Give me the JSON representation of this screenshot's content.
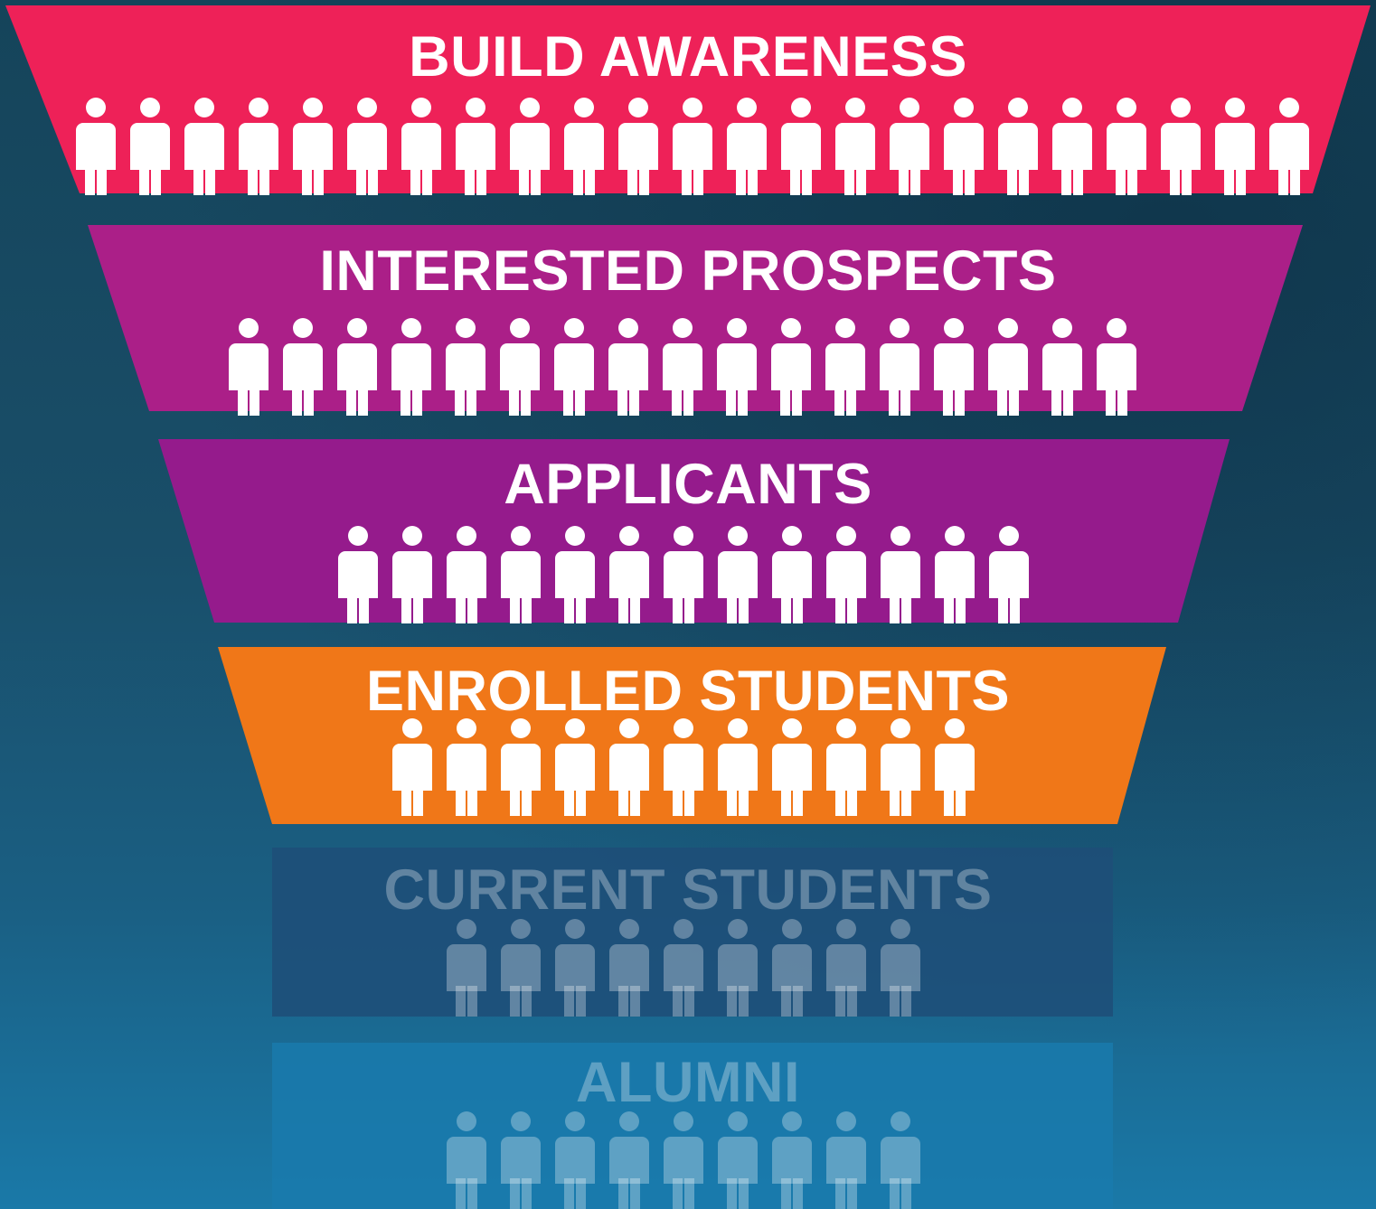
{
  "colors": {
    "build_awareness": "#ee2158",
    "interested_prospects": "#ab1f88",
    "applicants": "#951b8c",
    "enrolled_students": "#f07718",
    "current_students": "#1f4d78",
    "alumni": "#1a7aad",
    "text": "#ffffff"
  },
  "stages": {
    "build_awareness": {
      "label": "BUILD AWARENESS",
      "people_count": 23
    },
    "interested_prospects": {
      "label": "INTERESTED PROSPECTS",
      "people_count": 17
    },
    "applicants": {
      "label": "APPLICANTS",
      "people_count": 13
    },
    "enrolled_students": {
      "label": "ENROLLED STUDENTS",
      "people_count": 11
    },
    "current_students": {
      "label": "CURRENT STUDENTS",
      "people_count": 9
    },
    "alumni": {
      "label": "ALUMNI",
      "people_count": 9
    }
  },
  "icon": "person-icon"
}
